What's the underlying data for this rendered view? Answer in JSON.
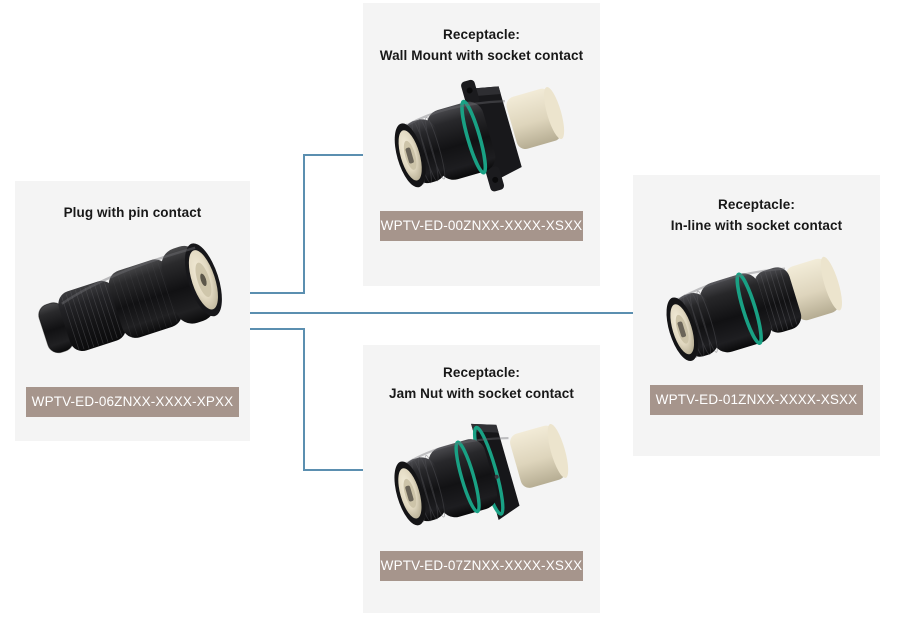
{
  "diagram": {
    "type": "connector-family-tree",
    "line_color": "#5b8fb0",
    "panel_background": "#f4f4f4",
    "badge_color": "#a6958c",
    "badge_text_color": "#ffffff"
  },
  "panels": {
    "plug": {
      "title": "Plug with pin contact",
      "part_number": "WPTV-ED-06ZNXX-XXXX-XPXX",
      "image_name": "plug-connector-image"
    },
    "wall_mount": {
      "title": "Receptacle:\nWall Mount with socket contact",
      "part_number": "WPTV-ED-00ZNXX-XXXX-XSXX",
      "image_name": "wall-mount-receptacle-image"
    },
    "inline": {
      "title": "Receptacle:\nIn-line with socket contact",
      "part_number": "WPTV-ED-01ZNXX-XXXX-XSXX",
      "image_name": "inline-receptacle-image"
    },
    "jam_nut": {
      "title": "Receptacle:\nJam Nut with socket contact",
      "part_number": "WPTV-ED-07ZNXX-XXXX-XSXX",
      "image_name": "jam-nut-receptacle-image"
    }
  }
}
